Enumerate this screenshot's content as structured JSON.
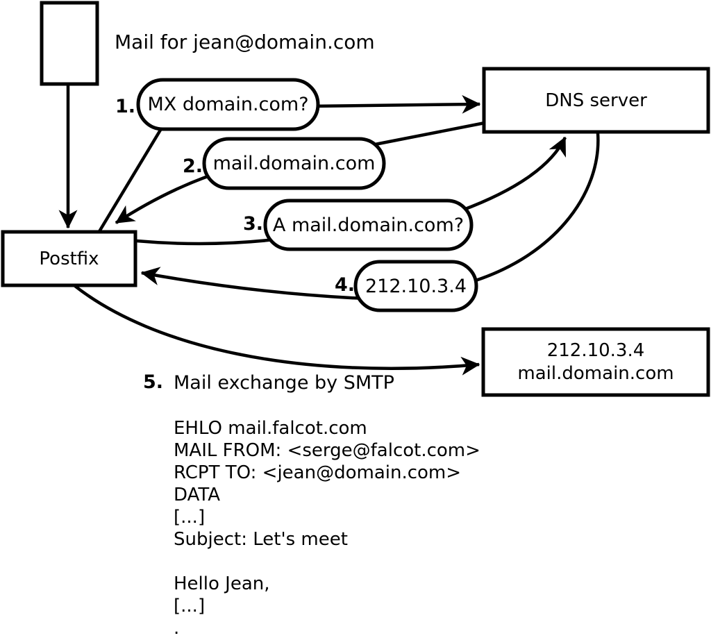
{
  "note": {
    "text": "Mail for jean@domain.com"
  },
  "nodes": {
    "sender_document": "",
    "postfix": "Postfix",
    "dns_server": "DNS server",
    "mail_server": {
      "line1": "212.10.3.4",
      "line2": "mail.domain.com"
    }
  },
  "steps": [
    {
      "num": "1.",
      "label": "MX domain.com?"
    },
    {
      "num": "2.",
      "label": "mail.domain.com"
    },
    {
      "num": "3.",
      "label": "A mail.domain.com?"
    },
    {
      "num": "4.",
      "label": "212.10.3.4"
    },
    {
      "num": "5.",
      "label": "Mail exchange by SMTP"
    }
  ],
  "smtp": {
    "session": "EHLO mail.falcot.com\nMAIL FROM: <serge@falcot.com>\nRCPT TO: <jean@domain.com>\nDATA\n[...]\nSubject: Let's meet\n\nHello Jean,\n[...]\n."
  },
  "colors": {
    "stroke": "#000000",
    "background": "#ffffff"
  }
}
